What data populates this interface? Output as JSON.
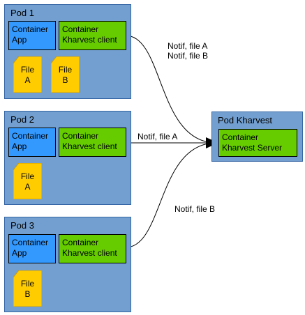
{
  "pods": [
    {
      "title": "Pod 1",
      "app": [
        "Container",
        "App"
      ],
      "client": [
        "Container",
        "Kharvest client"
      ],
      "files": [
        [
          "File",
          "A"
        ],
        [
          "File",
          "B"
        ]
      ]
    },
    {
      "title": "Pod 2",
      "app": [
        "Container",
        "App"
      ],
      "client": [
        "Container",
        "Kharvest client"
      ],
      "files": [
        [
          "File",
          "A"
        ]
      ]
    },
    {
      "title": "Pod 3",
      "app": [
        "Container",
        "App"
      ],
      "client": [
        "Container",
        "Kharvest client"
      ],
      "files": [
        [
          "File",
          "B"
        ]
      ]
    }
  ],
  "server_pod": {
    "title": "Pod Kharvest",
    "server": [
      "Container",
      "Kharvest Server"
    ]
  },
  "connections": {
    "pod1": [
      "Notif, file A",
      "Notif, file B"
    ],
    "pod2": "Notif, file A",
    "pod3": "Notif, file B"
  },
  "colors": {
    "pod_fill": "#729fcf",
    "app_fill": "#3399ff",
    "client_fill": "#66cc00",
    "file_fill": "#ffcc00"
  }
}
